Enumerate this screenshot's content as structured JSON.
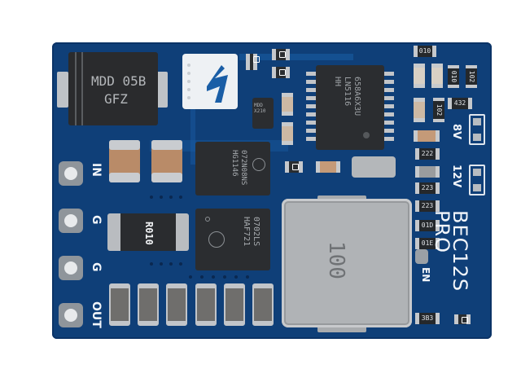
{
  "image": {
    "subject": "BEC12S PRO voltage regulator circuit board",
    "background": "#ffffff",
    "board_color": "#0f3f78"
  },
  "silkscreen": {
    "product_name": "BEC12S",
    "product_suffix": "PRO",
    "pads": [
      {
        "label": "IN"
      },
      {
        "label": "G"
      },
      {
        "label": "G"
      },
      {
        "label": "OUT"
      }
    ],
    "jumper_8v": "8V",
    "jumper_12v": "12V",
    "enable_label": "EN"
  },
  "components": {
    "diode": {
      "line1": "MDD 05B",
      "line2": "GFZ"
    },
    "controller_ic": {
      "line1": "658A6X3U",
      "line2": "LN5116",
      "line3": "HH"
    },
    "mosfet_top": {
      "line1": "072N08NS",
      "line2": "HG1146"
    },
    "mosfet_bottom": {
      "line1": "0702LS",
      "line2": "HAF721"
    },
    "shunt_resistor": {
      "label": "R010"
    },
    "inductor": {
      "label": "100"
    },
    "small_diode": {
      "line1": "MDD",
      "line2": "X210"
    },
    "resistors": [
      {
        "label": "010"
      },
      {
        "label": "010"
      },
      {
        "label": "102"
      },
      {
        "label": "432"
      },
      {
        "label": "222"
      },
      {
        "label": "223"
      },
      {
        "label": "223"
      },
      {
        "label": "01D"
      },
      {
        "label": "01E"
      },
      {
        "label": "3B3"
      }
    ]
  }
}
